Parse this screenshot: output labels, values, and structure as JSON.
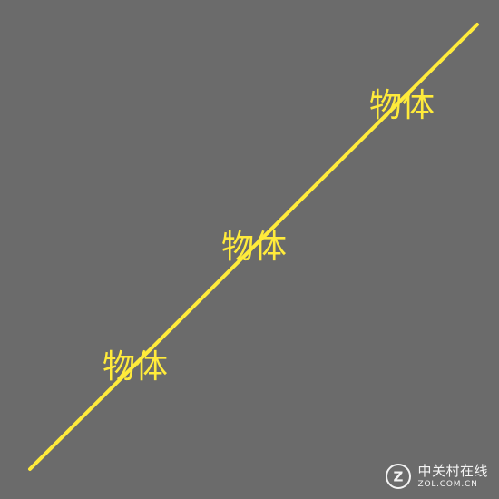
{
  "colors": {
    "background": "#6b6b6b",
    "line": "#ffeb3b",
    "label": "#ffeb3b",
    "watermark": "#ffffff"
  },
  "labels": [
    "物体",
    "物体",
    "物体"
  ],
  "watermark": {
    "brand_cn": "中关村在线",
    "brand_en": "ZOL.COM.CN",
    "logo_letter": "Z"
  }
}
